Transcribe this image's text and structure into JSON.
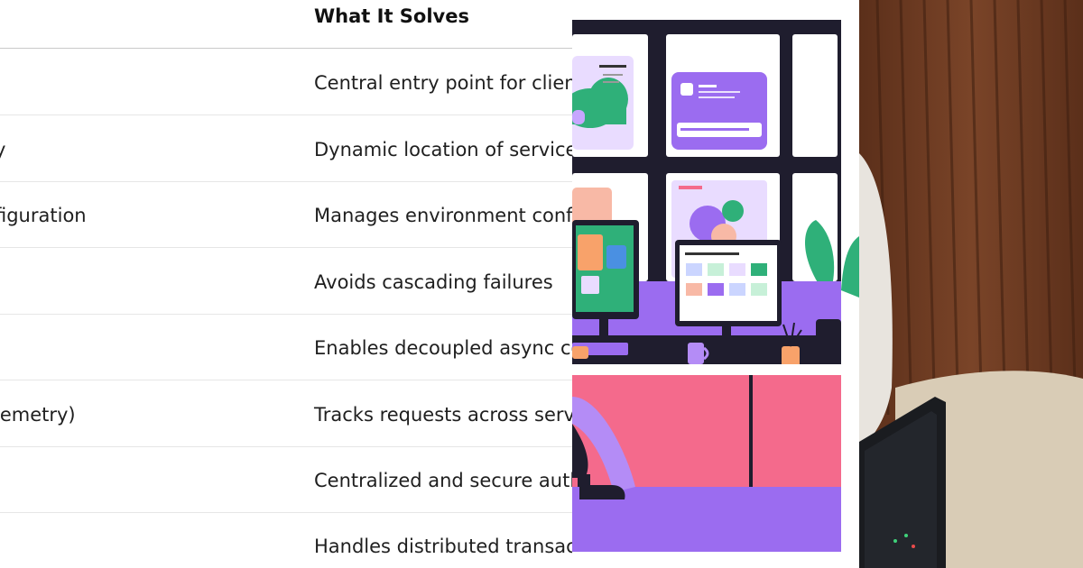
{
  "table": {
    "header": {
      "col1": "",
      "col2": "What It Solves"
    },
    "rows": [
      {
        "col1": "",
        "col2": "Central entry point for client"
      },
      {
        "col1": "y",
        "col2": "Dynamic location of services"
      },
      {
        "col1": "figuration",
        "col2": "Manages environment confi"
      },
      {
        "col1": "",
        "col2": "Avoids cascading failures"
      },
      {
        "col1": "",
        "col2": "Enables decoupled async co"
      },
      {
        "col1": "lemetry)",
        "col2": "Tracks requests across servic"
      },
      {
        "col1": "",
        "col2": "Centralized and secure auth"
      },
      {
        "col1": "",
        "col2": "Handles distributed transact"
      }
    ]
  },
  "illustration": {
    "colors": {
      "purple": "#9b6cf0",
      "pink": "#f46a8c",
      "green": "#2fb079",
      "dark": "#1f1d2e",
      "lavender": "#e9dcff"
    },
    "icons": [
      "cloud-icon",
      "monitor-icon",
      "plant-icon",
      "mug-icon",
      "person-icon"
    ]
  },
  "photo": {
    "colors": {
      "wood": "#6b3b22",
      "sweater": "#e8e4de",
      "laptop": "#1a1c20"
    }
  }
}
